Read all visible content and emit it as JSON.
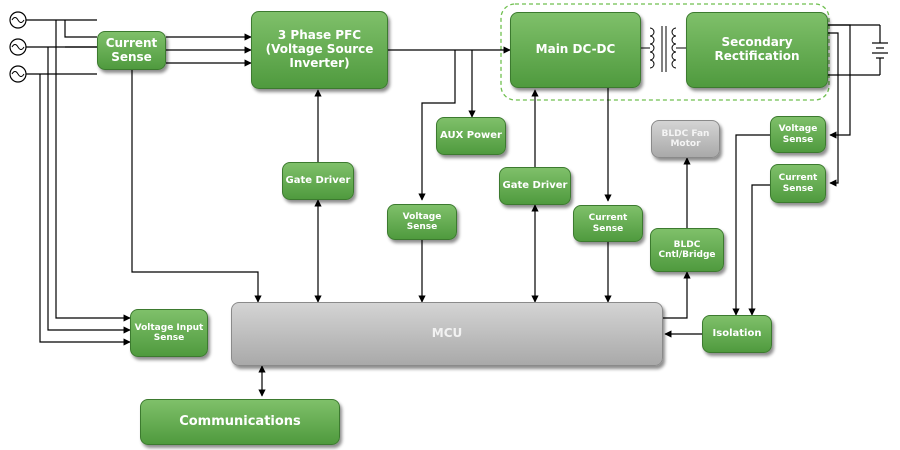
{
  "blocks": {
    "current_sense_in": "Current\nSense",
    "pfc": "3 Phase PFC\n(Voltage Source\nInverter)",
    "main_dcdc": "Main DC-DC",
    "secondary_rect": "Secondary\nRectification",
    "aux_power": "AUX Power",
    "bldc_fan_motor": "BLDC Fan\nMotor",
    "voltage_sense_out": "Voltage\nSense",
    "current_sense_out": "Current\nSense",
    "gate_driver_pfc": "Gate Driver",
    "gate_driver_dcdc": "Gate Driver",
    "voltage_sense_bus": "Voltage\nSense",
    "current_sense_dcdc": "Current\nSense",
    "bldc_cntl": "BLDC\nCntl/Bridge",
    "voltage_input_sense": "Voltage Input\nSense",
    "mcu": "MCU",
    "isolation": "Isolation",
    "communications": "Communications"
  }
}
